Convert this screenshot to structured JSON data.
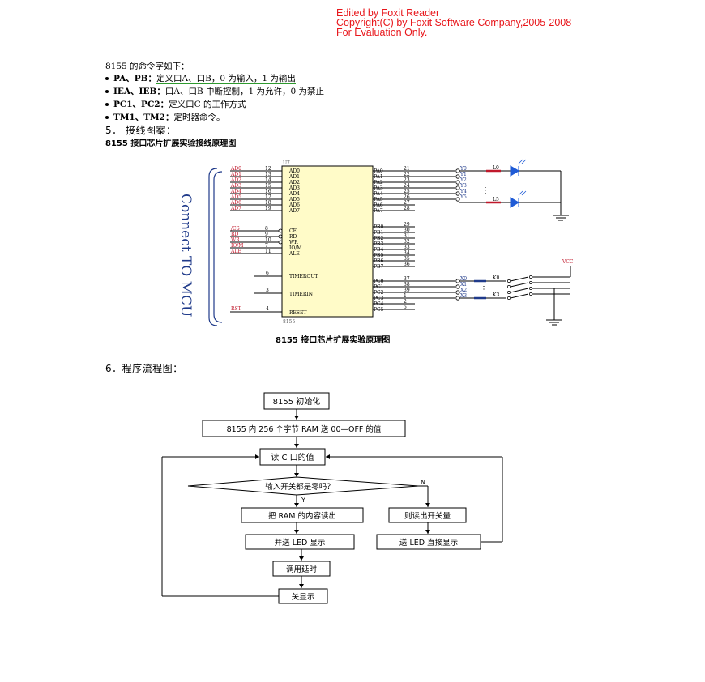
{
  "watermark": {
    "line1": "Edited by Foxit Reader",
    "line2": "Copyright(C) by Foxit Software Company,2005-2008",
    "line3": "For Evaluation Only."
  },
  "intro": "8155 的命令字如下：",
  "bullets": [
    {
      "key": "PA、PB：",
      "text": "定义口A、口B，0 为输入，1 为输出"
    },
    {
      "key": "IEA、IEB：",
      "text": "口A、口B 中断控制，1 为允许，0 为禁止"
    },
    {
      "key": "PC1、PC2：",
      "text": "定义口C 的工作方式"
    },
    {
      "key": "TM1、TM2：",
      "text": "定时器命令。"
    }
  ],
  "section5": {
    "heading": "5． 接线图案：",
    "subtitle": "8155 接口芯片扩展实验接线原理图",
    "caption": "8155 接口芯片扩展实验原理图"
  },
  "schematic": {
    "chip_ref": "U7",
    "chip_name": "8155",
    "mcu_label": "Connect TO MCU",
    "vcc": "VCC",
    "left_signals": [
      "AD0",
      "AD1",
      "AD2",
      "AD3",
      "AD4",
      "AD5",
      "AD6",
      "AD7"
    ],
    "left_pins": [
      "12",
      "13",
      "14",
      "15",
      "16",
      "17",
      "18",
      "19"
    ],
    "left_internal": [
      "AD0",
      "AD1",
      "AD2",
      "AD3",
      "AD4",
      "AD5",
      "AD6",
      "AD7"
    ],
    "ctrl_signals": [
      "/CS",
      "RD",
      "WR",
      "IO/M",
      "ALE"
    ],
    "ctrl_pins": [
      "8",
      "9",
      "10",
      "7",
      "11"
    ],
    "ctrl_internal": [
      "CE",
      "RD",
      "WR",
      "IO/M",
      "ALE"
    ],
    "timer_out": {
      "pin": "6",
      "label": "TIMEROUT"
    },
    "timer_in": {
      "pin": "3",
      "label": "TIMERIN"
    },
    "reset": {
      "signal": "RST",
      "pin": "4",
      "label": "RESET"
    },
    "pa_labels": [
      "PA0",
      "PA1",
      "PA2",
      "PA3",
      "PA4",
      "PA5",
      "PA6",
      "PA7"
    ],
    "pa_pins": [
      "21",
      "22",
      "23",
      "24",
      "25",
      "26",
      "27",
      "28"
    ],
    "pb_labels": [
      "PB0",
      "PB1",
      "PB2",
      "PB3",
      "PB4",
      "PB5",
      "PB6",
      "PB7"
    ],
    "pb_pins": [
      "29",
      "30",
      "31",
      "32",
      "33",
      "34",
      "35",
      "36"
    ],
    "pc_labels": [
      "PC0",
      "PC1",
      "PC2",
      "PC3",
      "PC4",
      "PC5"
    ],
    "pc_pins": [
      "37",
      "38",
      "39",
      "1",
      "2",
      "5"
    ],
    "y_labels": [
      "Y0",
      "Y1",
      "Y2",
      "Y3",
      "Y4",
      "Y5"
    ],
    "x_labels": [
      "X0",
      "X1",
      "X2",
      "X3"
    ],
    "led_top": "L0",
    "led_bottom": "L5",
    "sw_top": "K0",
    "sw_bottom": "K3"
  },
  "section6": {
    "heading": "6．程序流程图：",
    "boxes": {
      "init": "8155 初始化",
      "ram": "8155 内 256 个字节 RAM 送 00—OFF 的值",
      "readc": "读 C 口的值",
      "decision": "输入开关都是零吗？",
      "yes": "Y",
      "no": "N",
      "readram": "把 RAM 的内容读出",
      "sendled": "并送 LED 显示",
      "readsw": "则读出开关量",
      "direct": "送 LED 直接显示",
      "delay": "调用延时",
      "off": "关显示"
    }
  }
}
